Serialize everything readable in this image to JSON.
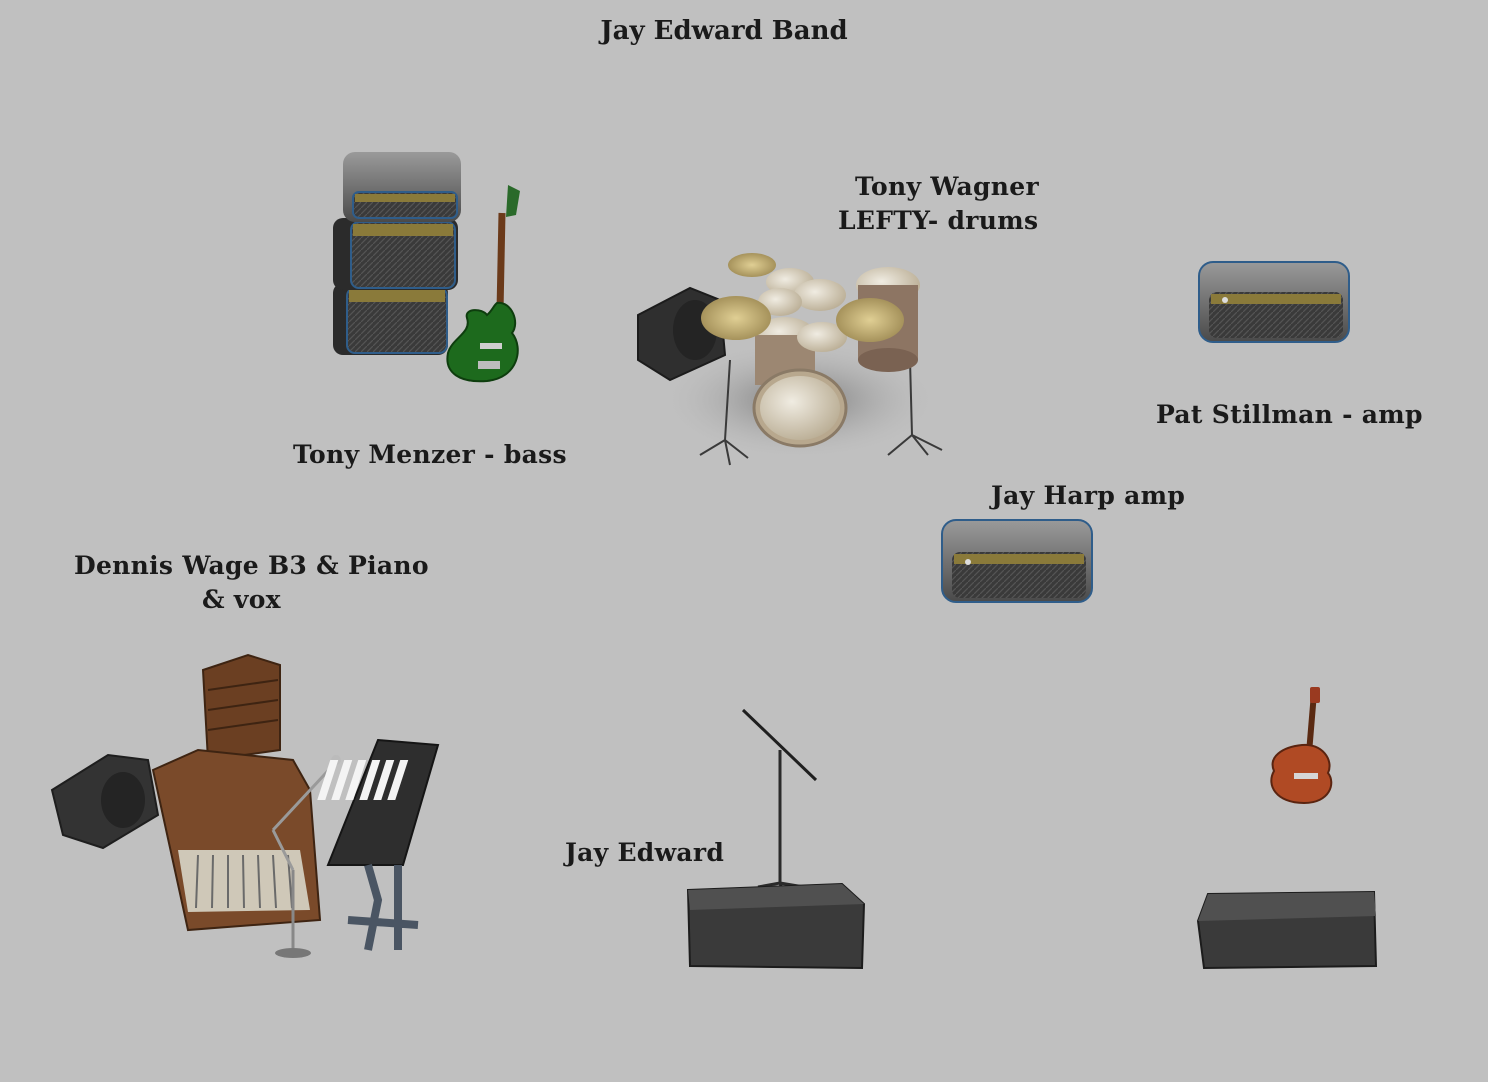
{
  "title": "Jay Edward Band",
  "labels": {
    "bass": "Tony Menzer - bass",
    "drums_line1": "Tony Wagner",
    "drums_line2": "LEFTY- drums",
    "pat": "Pat Stillman - amp",
    "harp": "Jay Harp amp",
    "keys_line1": "Dennis Wage B3 & Piano",
    "keys_line2": "& vox",
    "jay": "Jay Edward"
  }
}
